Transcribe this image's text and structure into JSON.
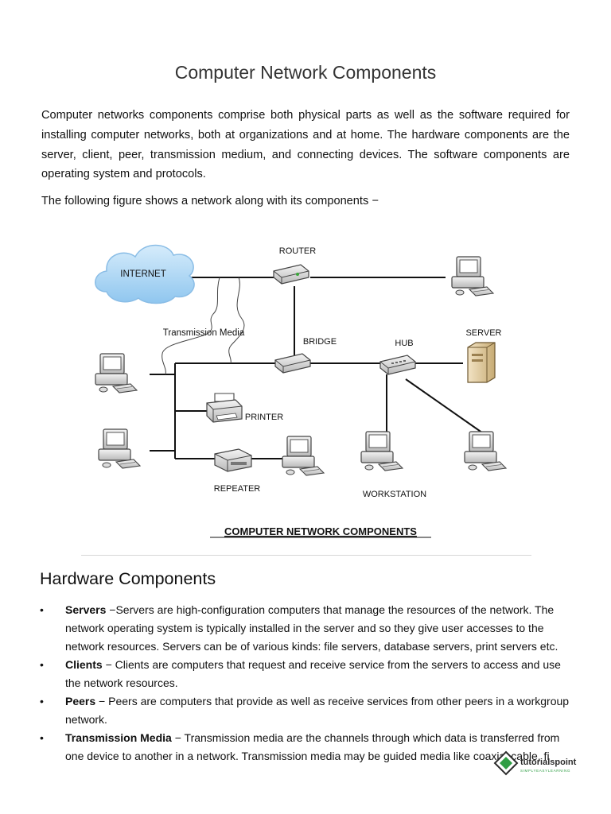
{
  "title": "Computer Network Components",
  "intro": "Computer networks components comprise both physical parts as well as the software required for installing computer networks, both at organizations and at home. The hardware components are the server, client, peer, transmission medium, and connecting devices. The software components are operating system and protocols.",
  "figure_intro": "The following figure shows a network along with its components −",
  "figure": {
    "labels": {
      "internet": "INTERNET",
      "router": "ROUTER",
      "transmission_media": "Transmission Media",
      "bridge": "BRIDGE",
      "hub": "HUB",
      "server": "SERVER",
      "printer": "PRINTER",
      "repeater": "REPEATER",
      "workstation": "WORKSTATION"
    },
    "caption": "COMPUTER NETWORK COMPONENTS"
  },
  "hardware": {
    "heading": "Hardware Components",
    "items": [
      {
        "term": "Servers",
        "sep": " −",
        "text": "Servers are high-configuration computers that manage the resources of the network. The network operating system is typically installed in the server and so they give user accesses to the network resources. Servers can be of various kinds: file servers, database servers, print servers etc."
      },
      {
        "term": "Clients",
        "sep": " − ",
        "text": "Clients are computers that request and receive service from the servers to access and use the network resources."
      },
      {
        "term": "Peers",
        "sep": " − ",
        "text": "Peers are computers that provide as well as receive services from other peers in a workgroup network."
      },
      {
        "term": "Transmission Media",
        "sep": " − ",
        "text": "Transmission media are the channels through which data is transferred from one device to another in a network. Transmission media may be guided media like coaxial cable, fi"
      }
    ]
  },
  "logo": {
    "brand": "tutorialspoint",
    "tagline": "SIMPLYEASYLEARNING"
  }
}
